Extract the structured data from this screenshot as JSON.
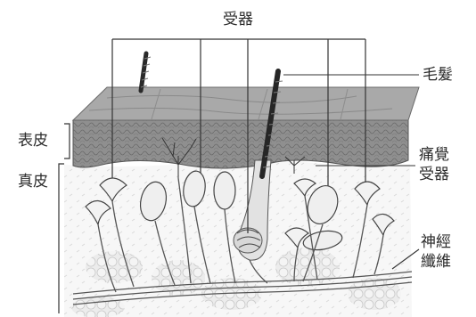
{
  "labels": {
    "receptors_top": "受器",
    "hair": "毛髮",
    "epidermis": "表皮",
    "dermis": "真皮",
    "pain_receptor_line1": "痛覺",
    "pain_receptor_line2": "受器",
    "nerve_fiber_line1": "神經",
    "nerve_fiber_line2": "纖維"
  }
}
